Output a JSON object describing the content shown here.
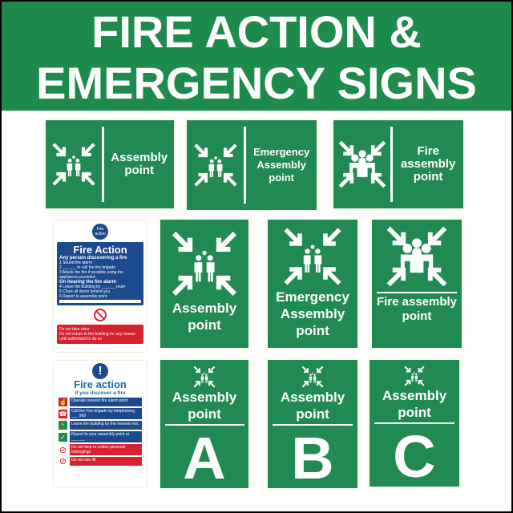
{
  "header": {
    "line1": "FIRE ACTION &",
    "line2": "EMERGENCY SIGNS"
  },
  "colors": {
    "green": "#218a52",
    "navy": "#1c4a8c",
    "red": "#d7212e"
  },
  "row1": [
    {
      "icon": "assembly-converge-icon",
      "text": "Assembly point"
    },
    {
      "icon": "assembly-converge-icon",
      "text": "Emergency Assembly point"
    },
    {
      "icon": "group-converge-icon",
      "text": "Fire assembly point"
    }
  ],
  "fire_action_1": {
    "badge": "Fire action",
    "title": "Fire Action",
    "sub1": "Any person discovering a fire",
    "items1": [
      "1  Sound the alarm",
      "2  ______ to call the fire brigade",
      "3  Attack the fire if possible using the appliances provided"
    ],
    "sub2": "On hearing the fire alarm",
    "items2": [
      "4  Leave the building by ______ route",
      "5  Close all doors behind you",
      "6  Report to assembly point"
    ],
    "warn1": "Do not take risks",
    "warn2": "Do not return to the building for any reason until authorised to do so"
  },
  "row2": [
    {
      "icon": "assembly-converge-icon",
      "text": "Assembly point"
    },
    {
      "icon": "assembly-converge-icon",
      "text": "Emergency Assembly point"
    },
    {
      "icon": "group-converge-icon",
      "text": "Fire assembly point"
    }
  ],
  "fire_action_2": {
    "title": "Fire action",
    "subtitle": "if you discover a fire",
    "items": [
      {
        "icon": "fire-alarm-icon",
        "text": "Operate nearest fire alarm point",
        "color": "navy"
      },
      {
        "icon": "phone-icon",
        "text": "Call the Fire brigade by telephoning ___ 999",
        "color": "navy"
      },
      {
        "icon": "exit-icon",
        "text": "Leave the building by the nearest exit.",
        "color": "navy"
      },
      {
        "icon": "check-icon",
        "text": "Report to your assembly point at ______",
        "color": "navy"
      },
      {
        "icon": "prohibited-icon",
        "text": "Do not stop to collect personal belongings",
        "color": "red"
      },
      {
        "icon": "no-lift-icon",
        "text": "Do not use lift",
        "color": "red"
      }
    ]
  },
  "row3": [
    {
      "text": "Assembly point",
      "letter": "A"
    },
    {
      "text": "Assembly point",
      "letter": "B"
    },
    {
      "text": "Assembly point",
      "letter": "C"
    }
  ]
}
